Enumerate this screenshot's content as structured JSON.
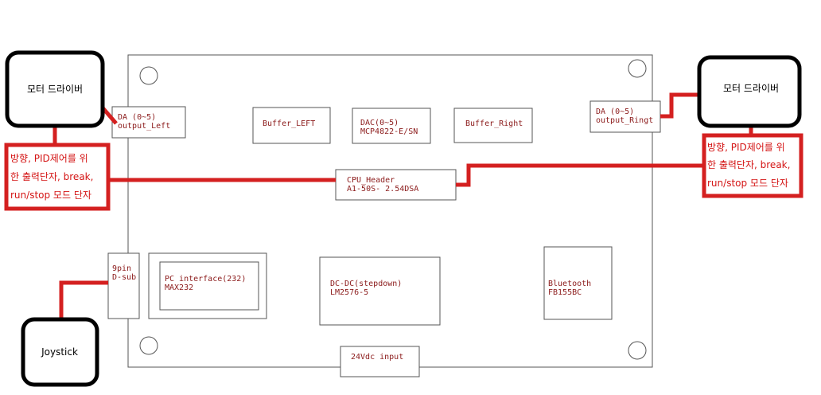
{
  "external": {
    "motor_left": "모터 드라이버",
    "motor_right": "모터 드라이버",
    "joystick": "Joystick"
  },
  "notes": {
    "left": [
      "방향, PID제어를 위",
      "한 출력단자, break,",
      "run/stop 모드 단자"
    ],
    "right": [
      "방향, PID제어를 위",
      "한 출력단자, break,",
      "run/stop 모드 단자"
    ]
  },
  "components": {
    "da_left": [
      "DA (0~5)",
      "output_Left"
    ],
    "buffer_left": [
      "Buffer_LEFT"
    ],
    "dac": [
      "DAC(0~5)",
      "MCP4822-E/SN"
    ],
    "buffer_right": [
      "Buffer_Right"
    ],
    "da_right": [
      "DA (0~5)",
      "output_Ringt"
    ],
    "cpu_header": [
      "CPU_Header",
      "A1-50S- 2.54DSA"
    ],
    "dsub": [
      "9pin",
      "D-sub"
    ],
    "pc_interface": [
      "PC interface(232)",
      "MAX232"
    ],
    "dcdc": [
      "DC-DC(stepdown)",
      "LM2576-5"
    ],
    "bluetooth": [
      "Bluetooth",
      "FB155BC"
    ],
    "power": [
      "24Vdc input"
    ]
  },
  "colors": {
    "wire": "#d42020",
    "note_border": "#d42020",
    "note_text": "#d41414",
    "component_text": "#8b1a1a",
    "board_border": "#555555",
    "external_border": "#000000"
  }
}
